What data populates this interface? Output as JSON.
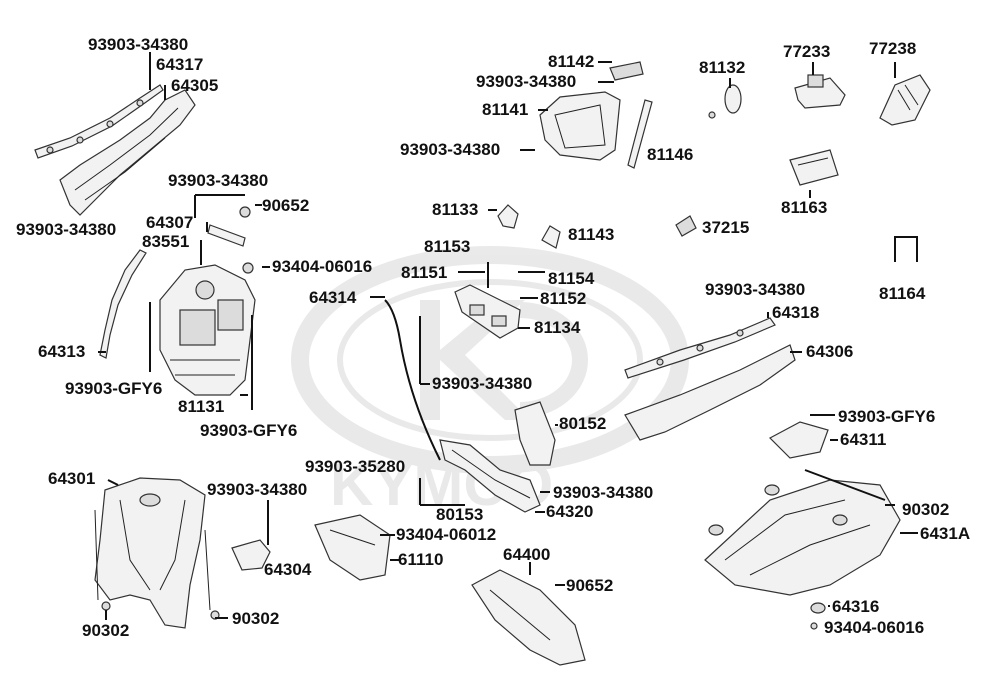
{
  "diagram": {
    "watermark": "KYMCO",
    "labels": [
      {
        "id": "l01",
        "text": "93903-34380"
      },
      {
        "id": "l02",
        "text": "64317"
      },
      {
        "id": "l03",
        "text": "64305"
      },
      {
        "id": "l04",
        "text": "93903-34380"
      },
      {
        "id": "l05",
        "text": "90652"
      },
      {
        "id": "l06",
        "text": "93903-34380"
      },
      {
        "id": "l07",
        "text": "64307"
      },
      {
        "id": "l08",
        "text": "83551"
      },
      {
        "id": "l09",
        "text": "93404-06016"
      },
      {
        "id": "l10",
        "text": "64313"
      },
      {
        "id": "l11",
        "text": "93903-GFY6"
      },
      {
        "id": "l12",
        "text": "81131"
      },
      {
        "id": "l13",
        "text": "93903-GFY6"
      },
      {
        "id": "l14",
        "text": "64301"
      },
      {
        "id": "l15",
        "text": "93903-34380"
      },
      {
        "id": "l16",
        "text": "64304"
      },
      {
        "id": "l17",
        "text": "90302"
      },
      {
        "id": "l18",
        "text": "90302"
      },
      {
        "id": "l19",
        "text": "81142"
      },
      {
        "id": "l20",
        "text": "93903-34380"
      },
      {
        "id": "l21",
        "text": "81141"
      },
      {
        "id": "l22",
        "text": "93903-34380"
      },
      {
        "id": "l23",
        "text": "81146"
      },
      {
        "id": "l24",
        "text": "81132"
      },
      {
        "id": "l25",
        "text": "77233"
      },
      {
        "id": "l26",
        "text": "77238"
      },
      {
        "id": "l27",
        "text": "81163"
      },
      {
        "id": "l28",
        "text": "81133"
      },
      {
        "id": "l29",
        "text": "81143"
      },
      {
        "id": "l30",
        "text": "37215"
      },
      {
        "id": "l31",
        "text": "81153"
      },
      {
        "id": "l32",
        "text": "81151"
      },
      {
        "id": "l33",
        "text": "81154"
      },
      {
        "id": "l34",
        "text": "81152"
      },
      {
        "id": "l35",
        "text": "64314"
      },
      {
        "id": "l36",
        "text": "81134"
      },
      {
        "id": "l37",
        "text": "81164"
      },
      {
        "id": "l38",
        "text": "93903-34380"
      },
      {
        "id": "l39",
        "text": "64318"
      },
      {
        "id": "l40",
        "text": "64306"
      },
      {
        "id": "l41",
        "text": "93903-34380"
      },
      {
        "id": "l42",
        "text": "80152"
      },
      {
        "id": "l43",
        "text": "93903-GFY6"
      },
      {
        "id": "l44",
        "text": "64311"
      },
      {
        "id": "l45",
        "text": "93903-35280"
      },
      {
        "id": "l46",
        "text": "93903-34380"
      },
      {
        "id": "l47",
        "text": "80153"
      },
      {
        "id": "l48",
        "text": "64320"
      },
      {
        "id": "l49",
        "text": "93404-06012"
      },
      {
        "id": "l50",
        "text": "61110"
      },
      {
        "id": "l51",
        "text": "64400"
      },
      {
        "id": "l52",
        "text": "90652"
      },
      {
        "id": "l53",
        "text": "90302"
      },
      {
        "id": "l54",
        "text": "6431A"
      },
      {
        "id": "l55",
        "text": "64316"
      },
      {
        "id": "l56",
        "text": "93404-06016"
      }
    ]
  }
}
